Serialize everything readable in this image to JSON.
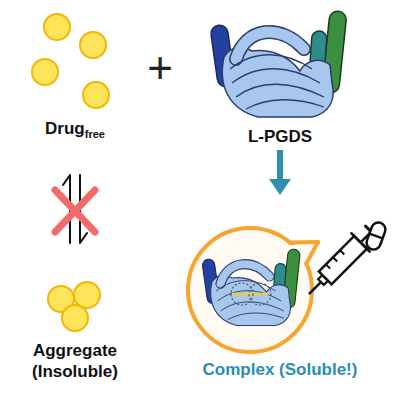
{
  "diagram": {
    "nodes": [
      {
        "text": [
          "Drug",
          "free"
        ]
      },
      {
        "text": [
          "L-PGDS"
        ]
      },
      {
        "text": [
          "Aggregate (Insoluble)"
        ]
      },
      {
        "text": [
          "Complex (Soluble!)"
        ]
      }
    ],
    "edges": [
      {
        "from": 0,
        "to": 2,
        "arrow": "both"
      },
      {
        "from": 1,
        "to": 3,
        "arrow": "to"
      }
    ],
    "labels": [
      "+"
    ]
  }
}
